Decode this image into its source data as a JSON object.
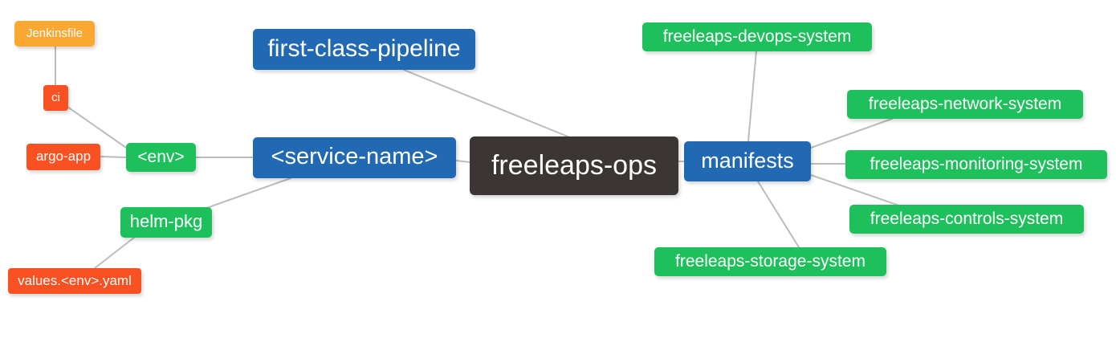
{
  "diagram": {
    "title": "freeleaps-ops repository mindmap",
    "type": "mindmap",
    "background": "#ffffff",
    "edge_color": "#bcbcbc",
    "palette": {
      "root": "#3B3633",
      "blue": "#2269B3",
      "green": "#1EC05C",
      "orange": "#FAA831",
      "red": "#FA5122"
    }
  },
  "nodes": {
    "root": {
      "label": "freeleaps-ops"
    },
    "service_name": {
      "label": "<service-name>"
    },
    "first_class_pipeline": {
      "label": "first-class-pipeline"
    },
    "env": {
      "label": "<env>"
    },
    "ci": {
      "label": "ci"
    },
    "jenkinsfile": {
      "label": "Jenkinsfile"
    },
    "argo_app": {
      "label": "argo-app"
    },
    "helm_pkg": {
      "label": "helm-pkg"
    },
    "values_yaml": {
      "label": "values.<env>.yaml"
    },
    "manifests": {
      "label": "manifests"
    },
    "devops_system": {
      "label": "freeleaps-devops-system"
    },
    "network_system": {
      "label": "freeleaps-network-system"
    },
    "monitoring_system": {
      "label": "freeleaps-monitoring-system"
    },
    "controls_system": {
      "label": "freeleaps-controls-system"
    },
    "storage_system": {
      "label": "freeleaps-storage-system"
    }
  },
  "edges": [
    {
      "from": "jenkinsfile",
      "to": "ci"
    },
    {
      "from": "ci",
      "to": "env"
    },
    {
      "from": "argo_app",
      "to": "env"
    },
    {
      "from": "env",
      "to": "service_name"
    },
    {
      "from": "service_name",
      "to": "helm_pkg"
    },
    {
      "from": "helm_pkg",
      "to": "values_yaml"
    },
    {
      "from": "service_name",
      "to": "root"
    },
    {
      "from": "first_class_pipeline",
      "to": "root"
    },
    {
      "from": "root",
      "to": "manifests"
    },
    {
      "from": "manifests",
      "to": "devops_system"
    },
    {
      "from": "manifests",
      "to": "network_system"
    },
    {
      "from": "manifests",
      "to": "monitoring_system"
    },
    {
      "from": "manifests",
      "to": "controls_system"
    },
    {
      "from": "manifests",
      "to": "storage_system"
    }
  ]
}
